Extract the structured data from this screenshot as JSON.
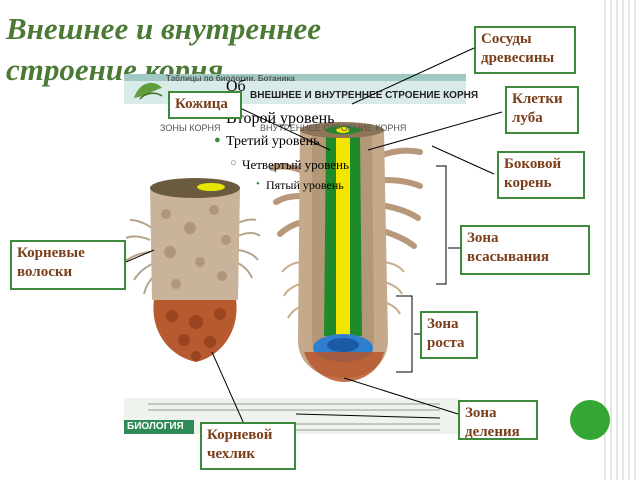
{
  "slide": {
    "title": "Внешнее и внутреннее строение корня"
  },
  "poster": {
    "header_text": "ВНЕШНЕЕ И ВНУТРЕННЕЕ СТРОЕНИЕ КОРНЯ",
    "zones_label": "ЗОНЫ КОРНЯ",
    "inner_label": "ВНУТРЕННЕЕ СТРОЕНИЕ КОРНЯ",
    "top_banner": "Таблицы по биологии. Ботаника",
    "bottom_banner": "БИОЛОГИЯ"
  },
  "outline": {
    "level1": "Об",
    "level2": "Второй уровень",
    "level3": "Третий уровень",
    "level4": "Четвертый уровень",
    "level5": "Пятый уровень"
  },
  "labels": {
    "vessels": "Сосуды\nдревесины",
    "skin": "Кожица",
    "phloem": "Клетки\nлуба",
    "lateral": "Боковой\nкорень",
    "hairs": "Корневые\nволоски",
    "absorption": "Зона\nвсасывания",
    "growth": "Зона\nроста",
    "cap": "Корневой\nчехлик",
    "division": "Зона\nделения"
  },
  "colors": {
    "title": "#4c7a36",
    "box_border": "#3d8a3d",
    "box_text": "#7a3e1a",
    "xylem": "#f2e600",
    "phloem": "#1f8a2a"
  }
}
